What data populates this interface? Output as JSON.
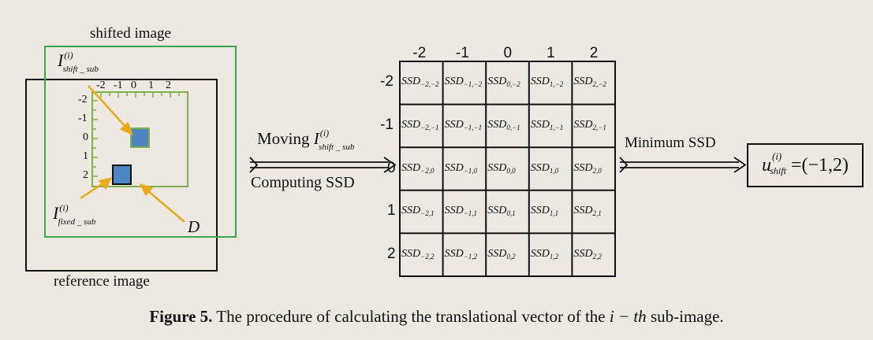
{
  "labels": {
    "shifted_image": "shifted image",
    "reference_image": "reference image",
    "I_shift_sub_main": "I",
    "I_shift_sub_sup": "(i)",
    "I_shift_sub_sub": "shift _ sub",
    "I_fixed_sub_main": "I",
    "I_fixed_sub_sup": "(i)",
    "I_fixed_sub_sub": "fixed _ sub",
    "D": "D",
    "moving": "Moving",
    "computing_ssd": "Computing SSD",
    "minimum_ssd": "Minimum SSD"
  },
  "small_axis": {
    "x_ticks": [
      "-2",
      "-1",
      "0",
      "1",
      "2"
    ],
    "y_ticks": [
      "-2",
      "-1",
      "0",
      "1",
      "2"
    ]
  },
  "grid": {
    "col_headers": [
      "-2",
      "-1",
      "0",
      "1",
      "2"
    ],
    "row_headers": [
      "-2",
      "-1",
      "0",
      "1",
      "2"
    ],
    "cell_main": "SSD",
    "subscripts": [
      [
        "−2,−2",
        "−1,−2",
        "0,−2",
        "1,−2",
        "2,−2"
      ],
      [
        "−2,−1",
        "−1,−1",
        "0,−1",
        "1,−1",
        "2,−1"
      ],
      [
        "−2,0",
        "−1,0",
        "0,0",
        "1,0",
        "2,0"
      ],
      [
        "−2,1",
        "−1,1",
        "0,1",
        "1,1",
        "2,1"
      ],
      [
        "−2,2",
        "−1,2",
        "0,2",
        "1,2",
        "2,2"
      ]
    ]
  },
  "result": {
    "main": "u",
    "sup": "(i)",
    "sub": "shift",
    "value": "=(−1,2)"
  },
  "caption": {
    "bold": "Figure 5.",
    "text_before": " The procedure of calculating the translational vector of the ",
    "italic": "i − th",
    "text_after": " sub-image."
  },
  "colors": {
    "green": "#3aa64d",
    "light_green": "#7fb24b",
    "blue": "#4f84c2",
    "orange": "#e8aa1a",
    "background": "#ede9e2"
  }
}
